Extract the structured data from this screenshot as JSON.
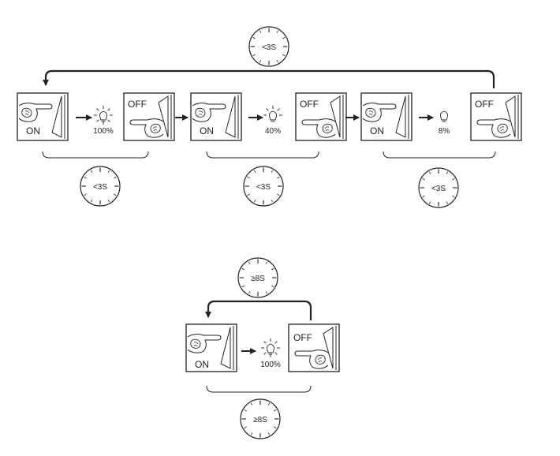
{
  "colors": {
    "line": "#222222",
    "background": "#ffffff"
  },
  "sequence_top": {
    "loop_clock": "<3S",
    "groups": [
      {
        "on_label": "ON",
        "off_label": "OFF",
        "brightness": "100%",
        "rays": "full",
        "clock": "<3S"
      },
      {
        "on_label": "ON",
        "off_label": "OFF",
        "brightness": "40%",
        "rays": "half",
        "clock": "<3S"
      },
      {
        "on_label": "ON",
        "off_label": "OFF",
        "brightness": "8%",
        "rays": "none",
        "clock": "<3S"
      }
    ]
  },
  "sequence_bottom": {
    "loop_clock": "≥8S",
    "group": {
      "on_label": "ON",
      "off_label": "OFF",
      "brightness": "100%",
      "rays": "full",
      "clock": "≥8S"
    }
  }
}
